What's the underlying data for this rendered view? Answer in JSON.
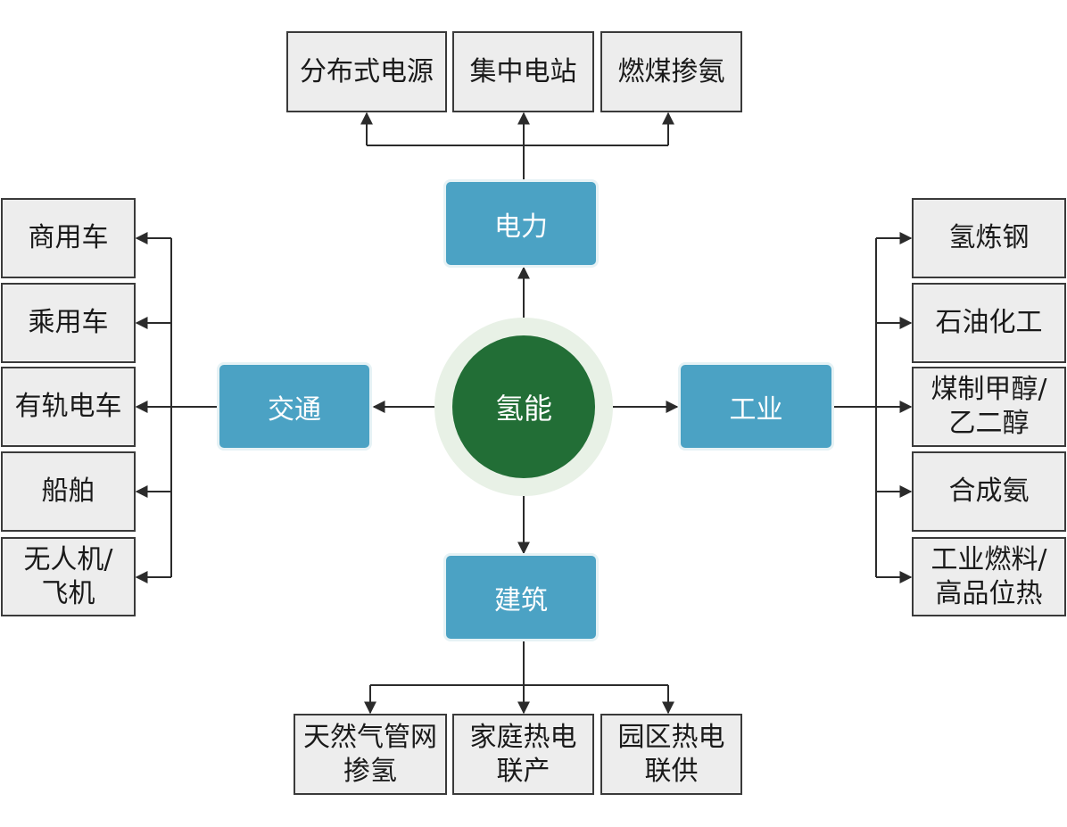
{
  "center": "氢能",
  "sectors": {
    "power": "电力",
    "transport": "交通",
    "industry": "工业",
    "building": "建筑"
  },
  "power_apps": [
    "分布式电源",
    "集中电站",
    "燃煤掺氨"
  ],
  "transport_apps": [
    "商用车",
    "乘用车",
    "有轨电车",
    "船舶",
    "无人机/\n飞机"
  ],
  "industry_apps": [
    "氢炼钢",
    "石油化工",
    "煤制甲醇/\n乙二醇",
    "合成氨",
    "工业燃料/\n高品位热"
  ],
  "building_apps": [
    "天然气管网\n掺氢",
    "家庭热电\n联产",
    "园区热电\n联供"
  ],
  "colors": {
    "sector_fill": "#4ba2c4",
    "center_fill": "#226e36",
    "center_ring": "#e8f1e6",
    "box_fill": "#ededed",
    "line": "#2b2b2b"
  }
}
